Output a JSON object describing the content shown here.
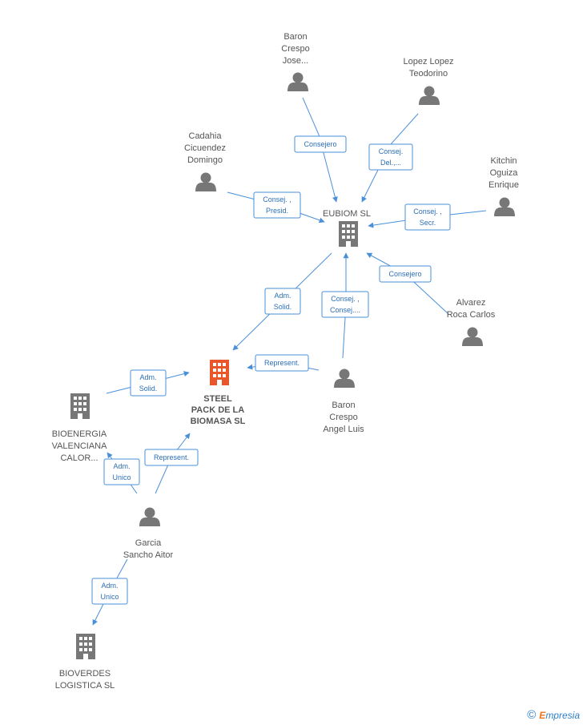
{
  "colors": {
    "accent": "#4a90d9",
    "main_company": "#e8562a",
    "icon": "#777777"
  },
  "nodes": [
    {
      "id": "baron_jose",
      "kind": "person",
      "lines": [
        "Baron",
        "Crespo",
        "Jose..."
      ]
    },
    {
      "id": "lopez",
      "kind": "person",
      "lines": [
        "Lopez Lopez",
        "Teodorino"
      ]
    },
    {
      "id": "cadahia",
      "kind": "person",
      "lines": [
        "Cadahia",
        "Cicuendez",
        "Domingo"
      ]
    },
    {
      "id": "kitchin",
      "kind": "person",
      "lines": [
        "Kitchin",
        "Oguiza",
        "Enrique"
      ]
    },
    {
      "id": "eubiom",
      "kind": "company",
      "lines": [
        "EUBIOM SL"
      ]
    },
    {
      "id": "alvarez",
      "kind": "person",
      "lines": [
        "Alvarez",
        "Roca Carlos"
      ]
    },
    {
      "id": "steel",
      "kind": "main",
      "lines": [
        "STEEL",
        "PACK DE LA",
        "BIOMASA SL"
      ]
    },
    {
      "id": "baron_angel",
      "kind": "person",
      "lines": [
        "Baron",
        "Crespo",
        "Angel Luis"
      ]
    },
    {
      "id": "bioenergia",
      "kind": "company",
      "lines": [
        "BIOENERGIA",
        "VALENCIANA",
        "CALOR..."
      ]
    },
    {
      "id": "garcia",
      "kind": "person",
      "lines": [
        "Garcia",
        "Sancho Aitor"
      ]
    },
    {
      "id": "bioverdes",
      "kind": "company",
      "lines": [
        "BIOVERDES",
        "LOGISTICA  SL"
      ]
    }
  ],
  "edges": [
    {
      "from": "baron_jose",
      "to": "eubiom",
      "label": [
        "Consejero"
      ]
    },
    {
      "from": "lopez",
      "to": "eubiom",
      "label": [
        "Consej.",
        "Del.,..."
      ]
    },
    {
      "from": "cadahia",
      "to": "eubiom",
      "label": [
        "Consej. ,",
        "Presid."
      ]
    },
    {
      "from": "kitchin",
      "to": "eubiom",
      "label": [
        "Consej. ,",
        "Secr."
      ]
    },
    {
      "from": "alvarez",
      "to": "eubiom",
      "label": [
        "Consejero"
      ]
    },
    {
      "from": "baron_angel",
      "to": "eubiom",
      "label": [
        "Consej. ,",
        "Consej...."
      ]
    },
    {
      "from": "eubiom",
      "to": "steel",
      "label": [
        "Adm.",
        "Solid."
      ]
    },
    {
      "from": "baron_angel",
      "to": "steel",
      "label": [
        "Represent."
      ]
    },
    {
      "from": "bioenergia",
      "to": "steel",
      "label": [
        "Adm.",
        "Solid."
      ]
    },
    {
      "from": "garcia",
      "to": "steel",
      "label": [
        "Represent."
      ]
    },
    {
      "from": "garcia",
      "to": "bioenergia",
      "label": [
        "Adm.",
        "Unico"
      ]
    },
    {
      "from": "garcia",
      "to": "bioverdes",
      "label": [
        "Adm.",
        "Unico"
      ]
    }
  ],
  "footer": {
    "copyright": "©",
    "brand_first": "E",
    "brand_rest": "mpresia"
  }
}
